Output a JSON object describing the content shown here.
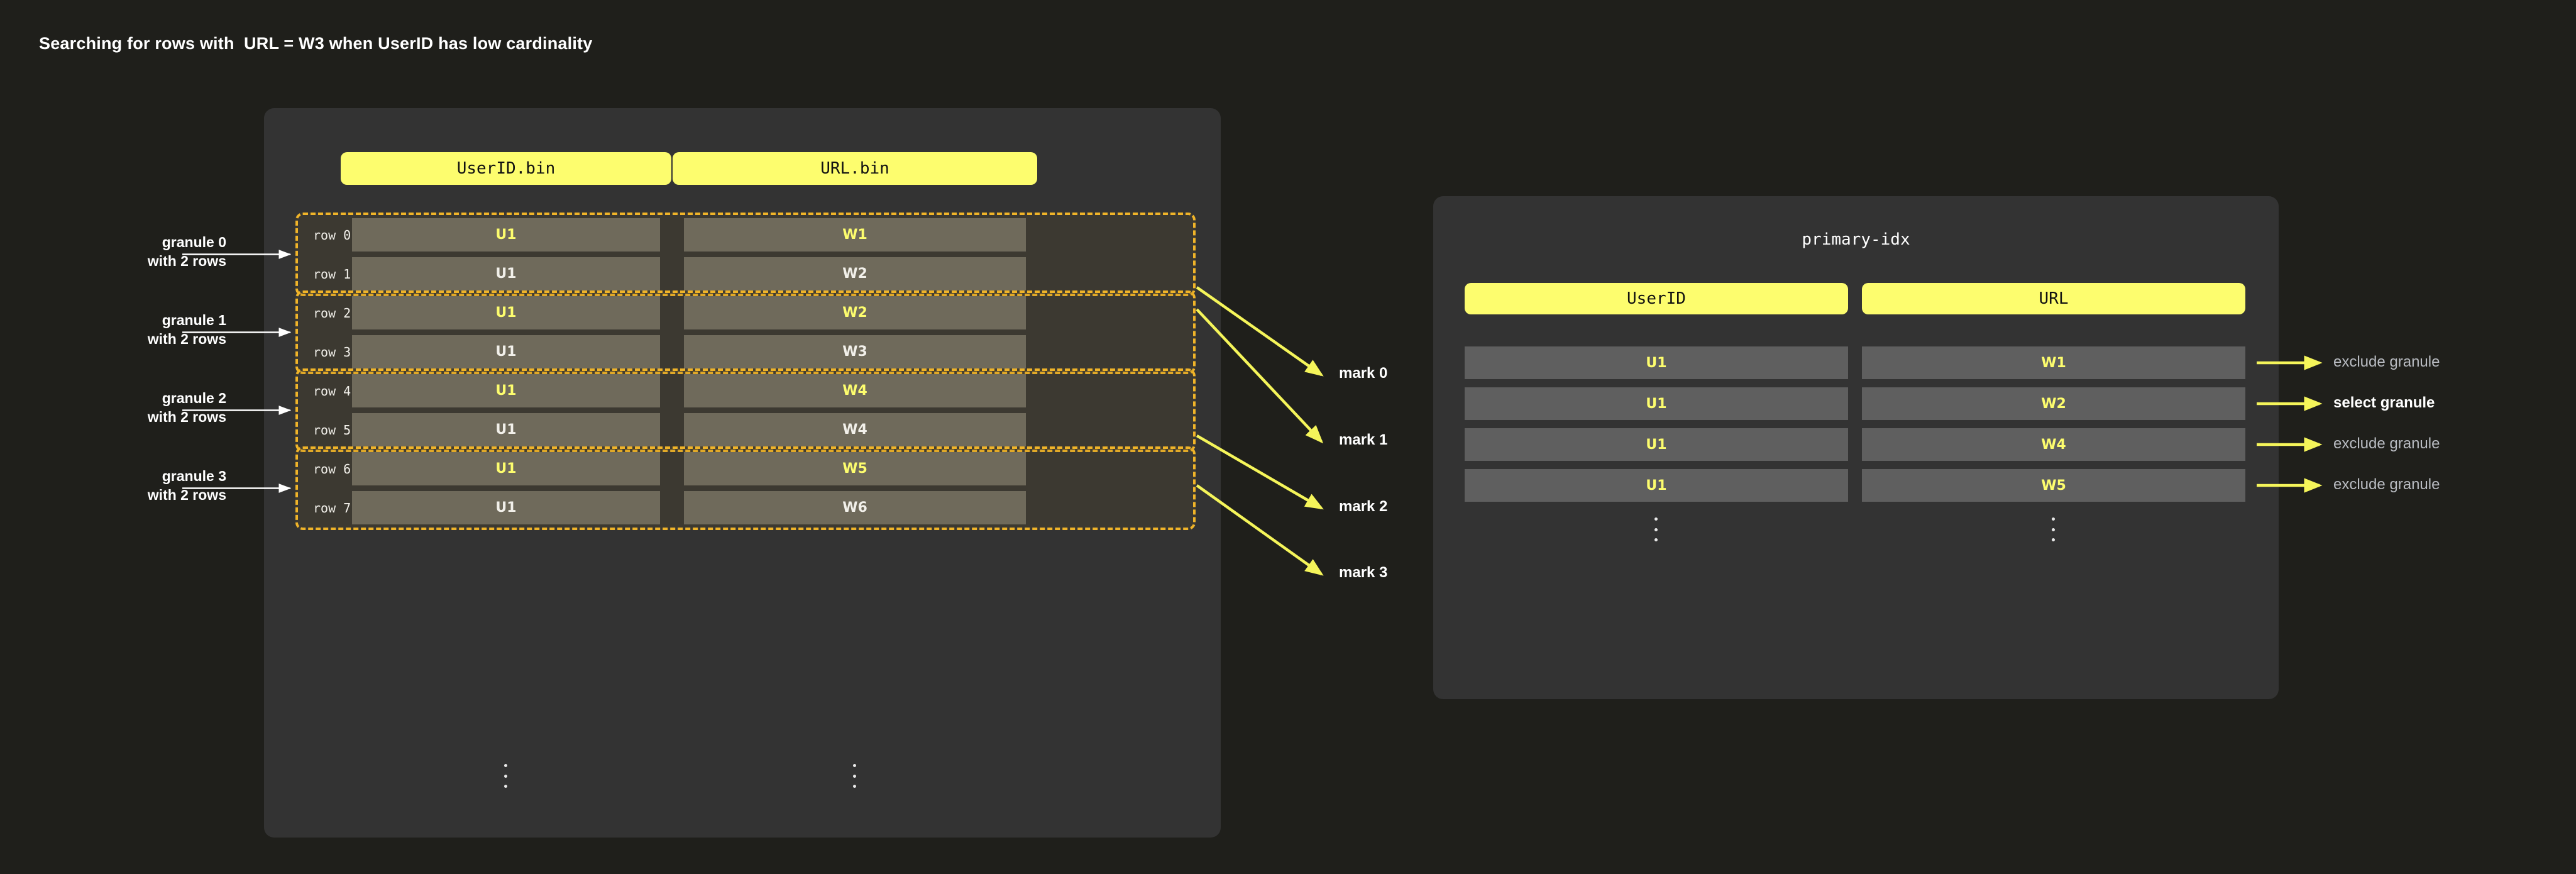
{
  "title": "Searching for rows with  URL = W3 when UserID has low cardinality",
  "colors": {
    "page_bg": "#1f1f1b",
    "panel_bg": "#333333",
    "accent_yellow": "#fdfd6e",
    "granule_border": "#f0b429",
    "part_cell": "#6f6a5b",
    "index_cell": "#5f5f5f",
    "arrow": "#f5f55a",
    "muted_text": "#b9bcc2"
  },
  "parts_panel": {
    "columns": [
      {
        "header": "UserID.bin"
      },
      {
        "header": "URL.bin"
      }
    ],
    "rows": [
      {
        "label": "row 0",
        "userid": "U1",
        "url": "W1",
        "highlight": true
      },
      {
        "label": "row 1",
        "userid": "U1",
        "url": "W2",
        "highlight": false
      },
      {
        "label": "row 2",
        "userid": "U1",
        "url": "W2",
        "highlight": true
      },
      {
        "label": "row 3",
        "userid": "U1",
        "url": "W3",
        "highlight": false
      },
      {
        "label": "row 4",
        "userid": "U1",
        "url": "W4",
        "highlight": true
      },
      {
        "label": "row 5",
        "userid": "U1",
        "url": "W4",
        "highlight": false
      },
      {
        "label": "row 6",
        "userid": "U1",
        "url": "W5",
        "highlight": true
      },
      {
        "label": "row 7",
        "userid": "U1",
        "url": "W6",
        "highlight": false
      }
    ],
    "granules": [
      {
        "caption": "granule 0\nwith 2 rows"
      },
      {
        "caption": "granule 1\nwith 2 rows"
      },
      {
        "caption": "granule 2\nwith 2 rows"
      },
      {
        "caption": "granule 3\nwith 2 rows"
      }
    ],
    "ellipsis": "vertical-ellipsis"
  },
  "marks": [
    {
      "label": "mark 0"
    },
    {
      "label": "mark 1"
    },
    {
      "label": "mark 2"
    },
    {
      "label": "mark 3"
    }
  ],
  "index_panel": {
    "title": "primary-idx",
    "columns": [
      {
        "header": "UserID"
      },
      {
        "header": "URL"
      }
    ],
    "rows": [
      {
        "userid": "U1",
        "url": "W1",
        "annotation": "exclude granule",
        "selected": false
      },
      {
        "userid": "U1",
        "url": "W2",
        "annotation": "select granule",
        "selected": true
      },
      {
        "userid": "U1",
        "url": "W4",
        "annotation": "exclude granule",
        "selected": false
      },
      {
        "userid": "U1",
        "url": "W5",
        "annotation": "exclude granule",
        "selected": false
      }
    ],
    "ellipsis": "vertical-ellipsis"
  }
}
